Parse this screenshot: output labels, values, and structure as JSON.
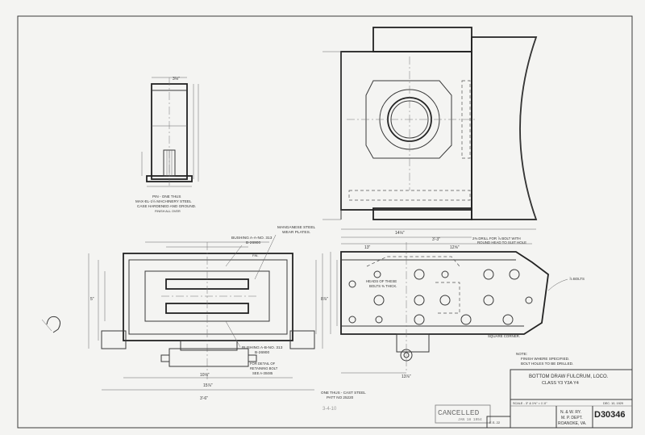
{
  "pin_note": {
    "line1": "PIN - ONE THUS",
    "line2": "MAX-EL-1½ MACHINERY STEEL",
    "line3": "CASE HARDENED AND GROUND.",
    "line4": "FINISH ALL OVER"
  },
  "section_labels": {
    "bushing_top": "BUSHING A-A-NO. 313",
    "bushing_top_num": "B-26900",
    "wear_plates": "MANGANESE STEEL",
    "wear_plates2": "WEAR PLATES.",
    "bushing_bottom": "BUSHING A-B-NO. 313",
    "bushing_bottom_num": "B-26900",
    "bolt_detail": "FOR DETAIL OF",
    "bolt_detail2": "RETAINING BOLT",
    "bolt_detail3": "SEE A-30485",
    "heads_note": "HEADS OF THESE",
    "heads_note2": "BOLTS ⅜ THICK.",
    "drill_note": "2⅜ DRILL FOR ⅞ BOLT WITH",
    "drill_note2": "ROUND HEAD TO SUIT HOLE",
    "bolts_note": "⅞ BOLTS",
    "square_corner": "SQUARE CORNER.",
    "finish_mark": "FIN."
  },
  "dimensions": {
    "overall": "3'-6\"",
    "width_a": "3'-3\"",
    "d1": "13\"",
    "d2": "14⅛\"",
    "d3": "12⅝\"",
    "d4": "13⅞\"",
    "d5": "15⅞\"",
    "d6": "10⅛\"",
    "d7": "5\"",
    "d8": "8⅞\"",
    "d9": "3⅛\""
  },
  "casting_note": {
    "line1": "ONE THUS - CAST STEEL",
    "line2": "PATT NO 25220"
  },
  "pencil_note": "3-4-10",
  "cancelled_stamp": {
    "word": "CANCELLED",
    "date": "JAN 18 1954"
  },
  "finish_note": {
    "line1": "NOTE:",
    "line2": "FINISH WHERE SPECIFIED.",
    "line3": "BOLT HOLES TO BE DRILLED."
  },
  "title_block": {
    "title": "BOTTOM DRAW FULCRUM, LOCO.",
    "subtitle": "CLASS Y3 Y3A Y4",
    "scale": "SCALE - 3\" & 1½\" = 1'-0\"",
    "date": "DEC. 10, 1929",
    "railway": "N. & W. RY.",
    "dept": "M. P. DEPT.",
    "city": "ROANOKE, VA.",
    "drawing_number": "D30346",
    "corner_ref": "E.S. 22"
  }
}
